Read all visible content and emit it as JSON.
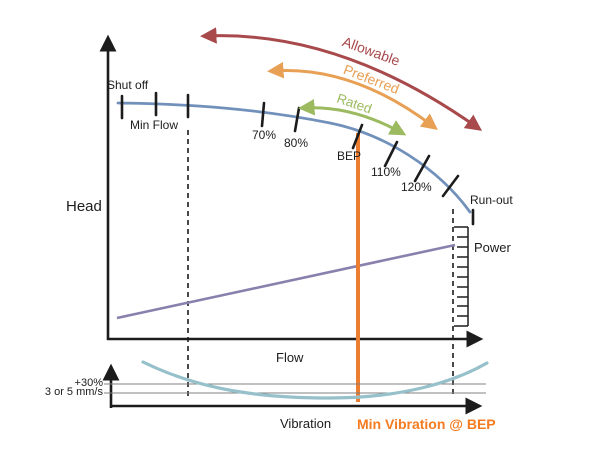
{
  "title_hint": "Pump curve operating-region diagram",
  "colors": {
    "pump_curve": "#7191bb",
    "power_line": "#8a80ad",
    "bep_line": "#ed7d31",
    "vibration_curve": "#96c0ca",
    "allowable_arrow": "#a8494c",
    "preferred_arrow": "#e8a055",
    "rated_arrow": "#9cba5f",
    "axis": "#1c1c1c",
    "gridline": "#808080",
    "min_vibration_text": "#f47b20"
  },
  "main_chart": {
    "y_axis_label": "Head",
    "x_axis_label": "Flow",
    "power_label": "Power",
    "curve_points": {
      "shut_off": "Shut off",
      "min_flow": "Min Flow",
      "p70": "70%",
      "p80": "80%",
      "bep": "BEP",
      "p110": "110%",
      "p120": "120%",
      "run_out": "Run-out"
    },
    "regions": {
      "allowable": "Allowable",
      "preferred": "Preferred",
      "rated": "Rated"
    }
  },
  "vibration_chart": {
    "x_axis_label": "Vibration",
    "limit_label": "+30%",
    "base_label": "3 or 5 mm/s",
    "annotation": "Min Vibration @ BEP"
  }
}
